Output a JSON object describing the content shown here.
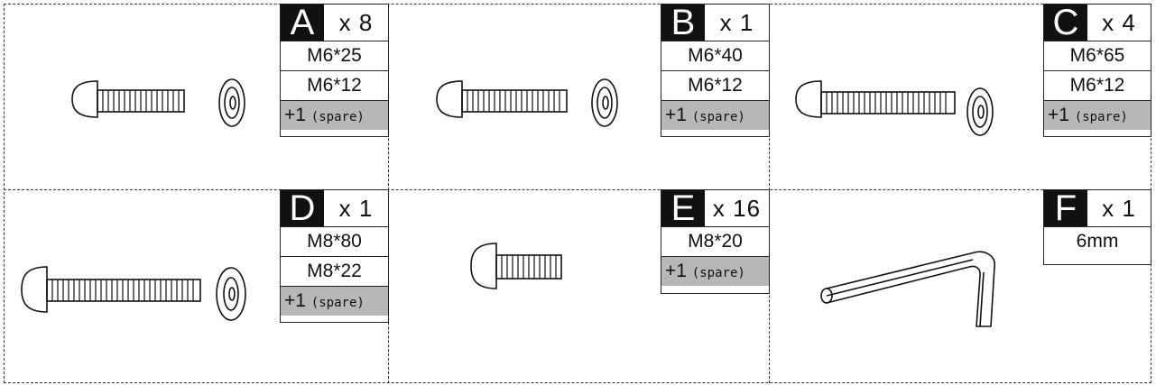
{
  "parts": [
    {
      "letter": "A",
      "count": "x 8",
      "rows": [
        "M6*25",
        "M6*12"
      ],
      "spare": {
        "prefix": "+1",
        "suffix": "(spare)"
      }
    },
    {
      "letter": "B",
      "count": "x 1",
      "rows": [
        "M6*40",
        "M6*12"
      ],
      "spare": {
        "prefix": "+1",
        "suffix": "(spare)"
      }
    },
    {
      "letter": "C",
      "count": "x 4",
      "rows": [
        "M6*65",
        "M6*12"
      ],
      "spare": {
        "prefix": "+1",
        "suffix": "(spare)"
      }
    },
    {
      "letter": "D",
      "count": "x 1",
      "rows": [
        "M8*80",
        "M8*22"
      ],
      "spare": {
        "prefix": "+1",
        "suffix": "(spare)"
      }
    },
    {
      "letter": "E",
      "count": "x 16",
      "rows": [
        "M8*20"
      ],
      "spare": {
        "prefix": "+1",
        "suffix": "(spare)"
      }
    },
    {
      "letter": "F",
      "count": "x 1",
      "rows": [
        "6mm"
      ],
      "spare": null
    }
  ]
}
